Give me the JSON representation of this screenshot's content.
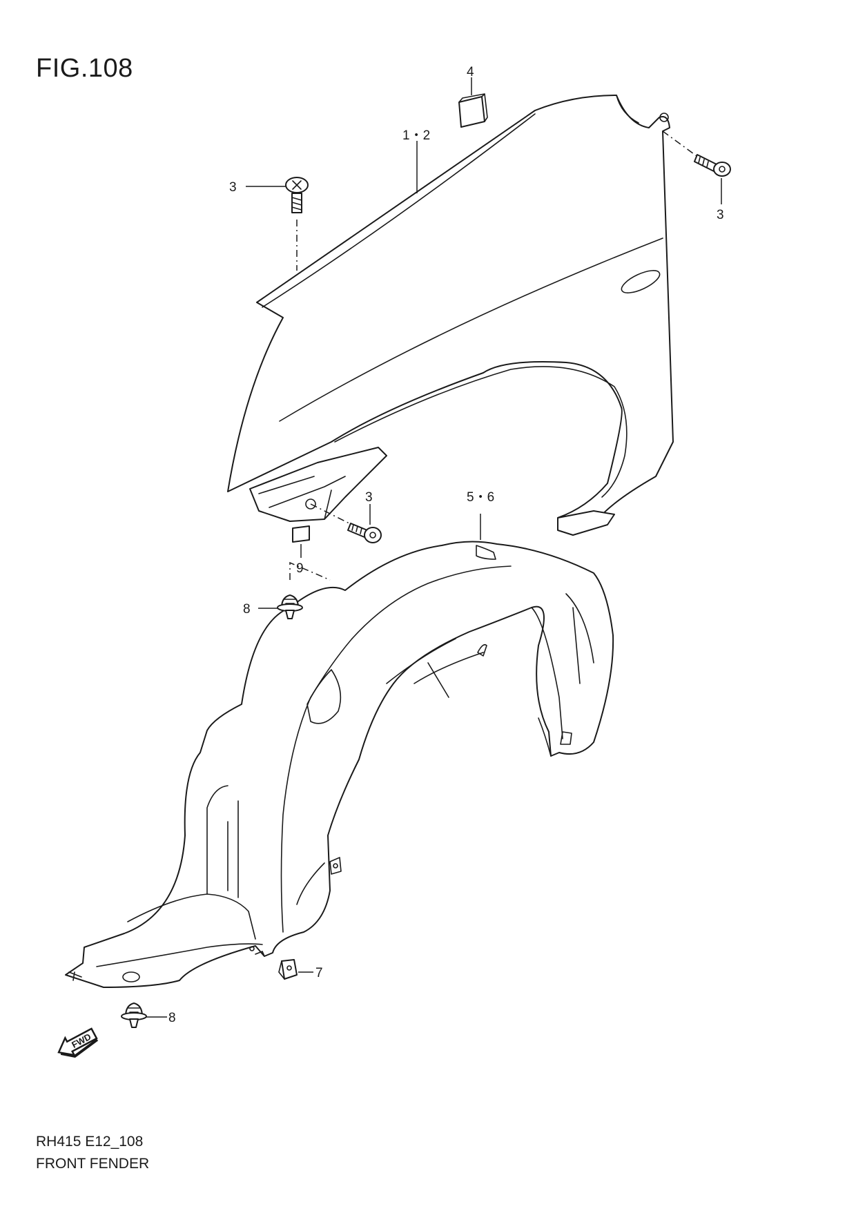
{
  "figure": {
    "title": "FIG.108",
    "code": "RH415 E12_108",
    "name": "FRONT FENDER"
  },
  "callouts": {
    "c4": "4",
    "c12": "1・2",
    "c3_left": "3",
    "c3_right": "3",
    "c3_lower": "3",
    "c56": "5・6",
    "c9": "9",
    "c8_upper": "8",
    "c7": "7",
    "c8_lower": "8"
  },
  "fwd_label": "FWD"
}
